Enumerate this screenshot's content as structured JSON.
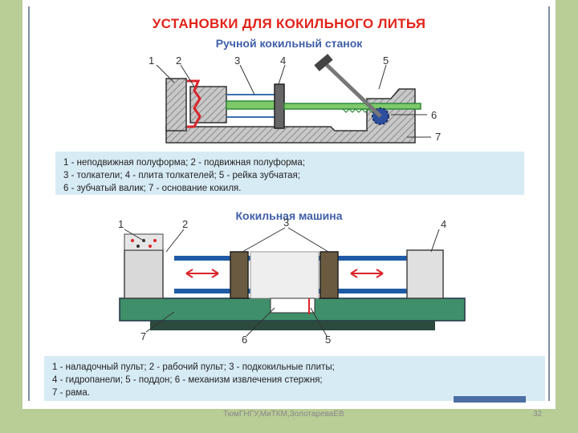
{
  "title": "УСТАНОВКИ ДЛЯ КОКИЛЬНОГО ЛИТЬЯ",
  "machine1": {
    "subtitle": "Ручной кокильный станок",
    "numbers": [
      "1",
      "2",
      "3",
      "4",
      "5",
      "6",
      "7"
    ],
    "legend": [
      "1 - неподвижная полуформа;   2 - подвижная полуформа;",
      "3 - толкатели;   4 - плита толкателей;   5 - рейка зубчатая;",
      "6 - зубчатый валик;   7 - основание кокиля."
    ]
  },
  "machine2": {
    "subtitle": "Кокильная машина",
    "numbers": [
      "1",
      "2",
      "3",
      "4",
      "5",
      "6",
      "7"
    ],
    "legend": [
      "1 - наладочный пульт;   2 - рабочий пульт;   3 - подкокильные плиты;",
      "4 - гидропанели;   5 - поддон;   6 - механизм извлечения стержня;",
      "7 - рама."
    ]
  },
  "footer": {
    "text": "ТюмГНГУ,МиТКМ,ЗолотареваЕВ",
    "page": "32"
  },
  "colors": {
    "title": "#e2231a",
    "subtitle": "#3f5fa8",
    "legend_bg": "#d7ebf5",
    "slide_bg": "#b9cd97",
    "frame_green": "#3f8f6a",
    "rail_blue": "#1f5aa6",
    "mold_red": "#d9252a"
  }
}
